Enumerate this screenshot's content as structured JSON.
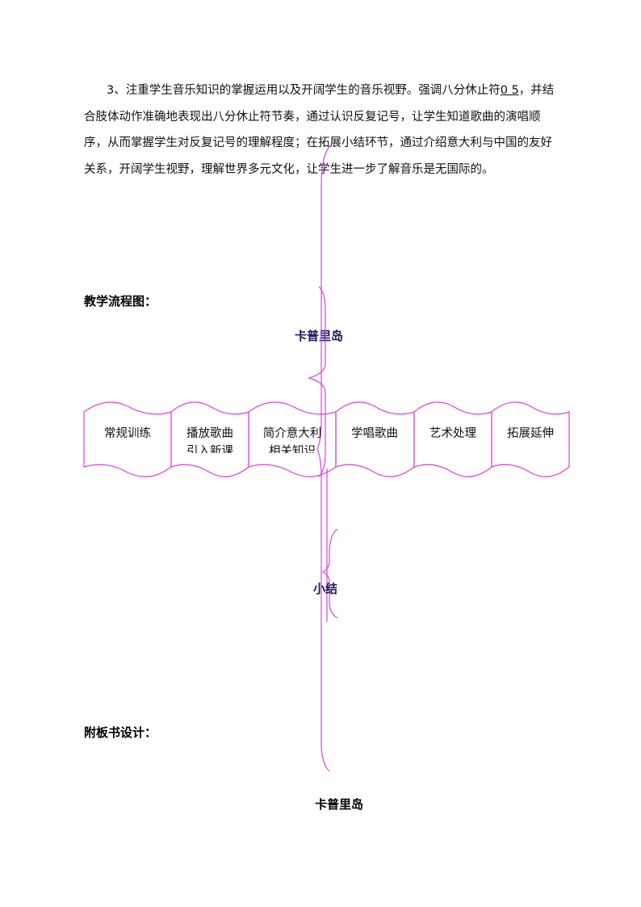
{
  "paragraph": {
    "lead": "3、注重学生音乐知识的掌握运用以及开阔学生的音乐视野。强调八分休止符",
    "note": "0 5",
    "rest": "，并结合肢体动作准确地表现出八分休止符节奏，通过认识反复记号，让学生知道歌曲的演唱顺序，从而掌握学生对反复记号的理解程度；在拓展小结环节，通过介绍意大利与中国的友好关系，开阔学生视野，理解世界多元文化，让学生进一步了解音乐是无国际的。"
  },
  "flow_heading": "教学流程图：",
  "flow_top_title": "卡普里岛",
  "flow_steps": [
    {
      "label": "常规训练"
    },
    {
      "label": "播放歌曲",
      "label2": "引入新课"
    },
    {
      "label": "简介意大利",
      "label2": "相关知识"
    },
    {
      "label": "学唱歌曲"
    },
    {
      "label": "艺术处理"
    },
    {
      "label": "拓展延伸"
    }
  ],
  "flow_bottom_title": "小结",
  "board_heading": "附板书设计：",
  "board_title": "卡普里岛",
  "colors": {
    "shape_stroke": "#e040e0",
    "title_blue": "#1a1a66"
  }
}
